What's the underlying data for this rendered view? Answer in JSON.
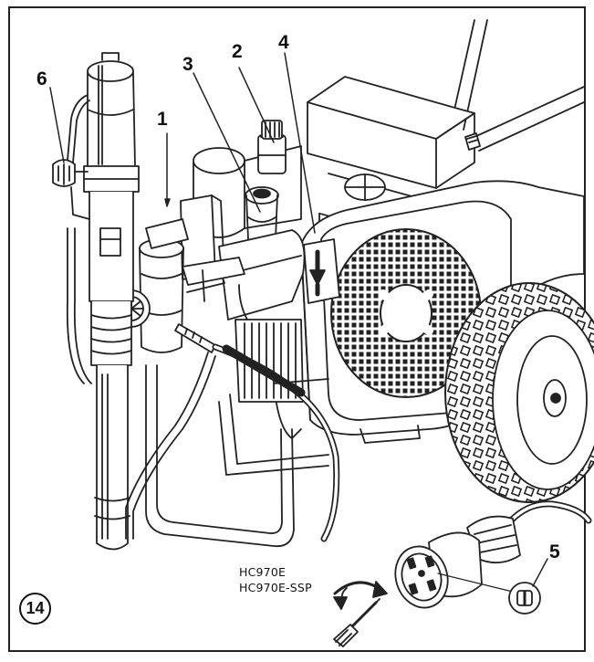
{
  "callouts": {
    "c1": "1",
    "c2": "2",
    "c3": "3",
    "c4": "4",
    "c5": "5",
    "c6": "6"
  },
  "models": {
    "line1": "HC970E",
    "line2": "HC970E-SSP"
  },
  "figure_number": "14"
}
